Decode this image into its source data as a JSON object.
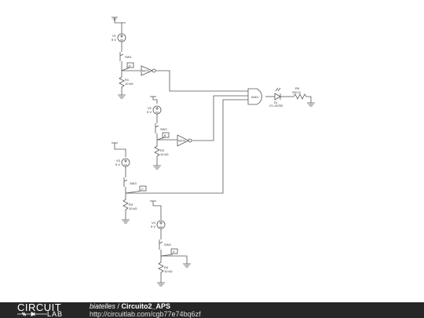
{
  "footer": {
    "brand_top": "CIRCUIT",
    "brand_bottom": "LAB",
    "user": "biatelles",
    "separator": " / ",
    "title": "Circuito2_APS",
    "url": "http://circuitlab.com/cgb77e74bq6zf"
  },
  "components": {
    "v1": {
      "name": "V1",
      "value": "5 V"
    },
    "sw1": {
      "name": "SW1"
    },
    "r1": {
      "name": "R1",
      "value": "10 kΩ"
    },
    "not1": {
      "name": "NOT1"
    },
    "v2": {
      "name": "V2",
      "value": "5 V"
    },
    "sw2": {
      "name": "SW2"
    },
    "r2": {
      "name": "R2",
      "value": "10 kΩ"
    },
    "not2": {
      "name": "NOT2"
    },
    "v3": {
      "name": "V3",
      "value": "5 V"
    },
    "sw3": {
      "name": "SW3"
    },
    "r3": {
      "name": "R3",
      "value": "10 kΩ"
    },
    "v4": {
      "name": "V4",
      "value": "5 V"
    },
    "sw4": {
      "name": "SW4"
    },
    "r4": {
      "name": "R4",
      "value": "10 kΩ"
    },
    "and1": {
      "name": "AND1"
    },
    "d1": {
      "name": "D1",
      "value": "LTL-907EE"
    },
    "r5": {
      "name": "R5",
      "value": "330 Ω"
    }
  },
  "node_labels": {
    "n1": "A",
    "n2": "B",
    "n3": "C",
    "n4": "D"
  }
}
